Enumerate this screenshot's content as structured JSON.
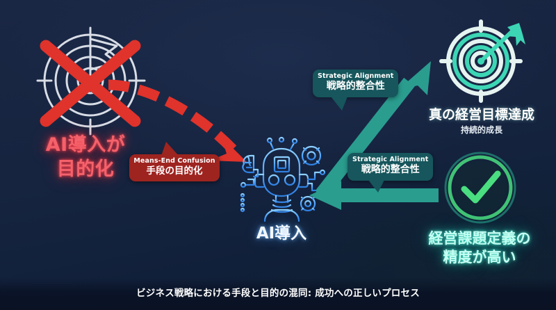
{
  "theme": {
    "bg_top": "#1a2744",
    "bg_bottom": "#0d1b30",
    "fail_red": "#f4626b",
    "callout_red": "#9e2420",
    "teal": "#2a9d8f",
    "teal_dark": "#16565c",
    "ai_blue": "#4da3ff",
    "success_green": "#4ade80",
    "goal_teal": "#3dd6b5"
  },
  "failure": {
    "icon": "crossed-out-target-icon",
    "headline_line1": "AI導入が",
    "headline_line2": "目的化"
  },
  "means_end_callout": {
    "en": "Means-End Confusion",
    "ja": "手段の目的化"
  },
  "ai_node": {
    "icon": "ai-robot-head-icon",
    "label": "AI導入"
  },
  "alignment_callouts": [
    {
      "en": "Strategic Alignment",
      "ja": "戦略的整合性"
    },
    {
      "en": "Strategic Alignment",
      "ja": "戦略的整合性"
    }
  ],
  "goal_node": {
    "icon": "target-with-arrow-icon",
    "title": "真の経営目標達成",
    "subtitle": "持続的成長"
  },
  "success_node": {
    "icon": "check-circle-icon",
    "label_line1": "経営課題定義の",
    "label_line2": "精度が高い"
  },
  "caption": {
    "text": "ビジネス戦略における手段と目的の混同: 成功への正しいプロセス"
  }
}
